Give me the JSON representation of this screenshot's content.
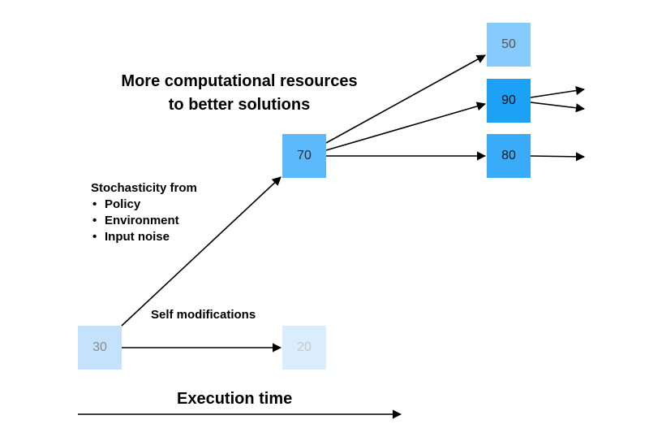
{
  "heading": {
    "line1": "More computational resources",
    "line2": "to better solutions"
  },
  "stochasticity": {
    "title": "Stochasticity from",
    "items": [
      "Policy",
      "Environment",
      "Input noise"
    ]
  },
  "self_modifications_label": "Self modifications",
  "execution_time_label": "Execution time",
  "nodes": {
    "n30": {
      "value": "30",
      "color": "#c4e2fb",
      "text_color": "#8a8a8a"
    },
    "n20": {
      "value": "20",
      "color": "#d9edfd",
      "text_color": "#c8c8c8"
    },
    "n70": {
      "value": "70",
      "color": "#5cb9fb",
      "text_color": "#2a2a2a"
    },
    "n50": {
      "value": "50",
      "color": "#86cbfc",
      "text_color": "#555555"
    },
    "n90": {
      "value": "90",
      "color": "#1da1f6",
      "text_color": "#111111"
    },
    "n80": {
      "value": "80",
      "color": "#3aabf8",
      "text_color": "#1a1a1a"
    }
  }
}
